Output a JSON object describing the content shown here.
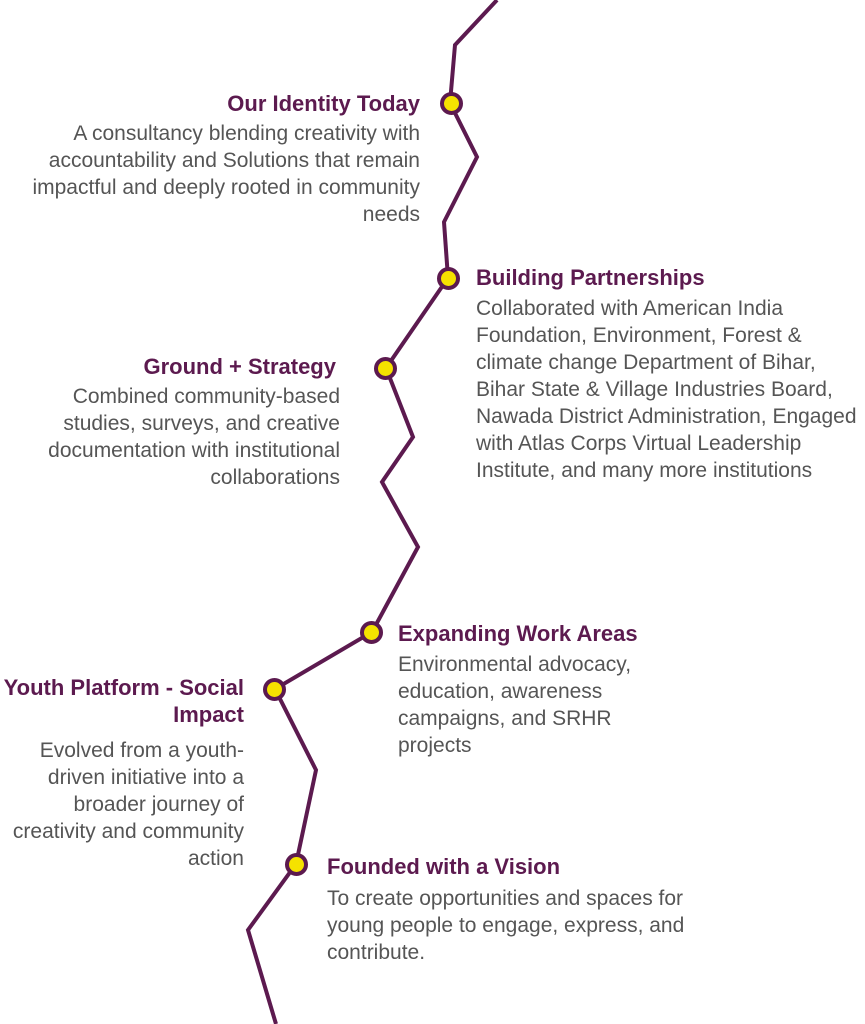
{
  "colors": {
    "line": "#5c1a4f",
    "dot_fill": "#f5e200",
    "heading": "#5c1a4f",
    "body": "#555555"
  },
  "milestones": [
    {
      "title": "Our Identity Today",
      "description": "A consultancy blending creativity with accountability and Solutions that remain impactful and deeply rooted in community needs"
    },
    {
      "title": "Building Partnerships",
      "description": "Collaborated with American India Foundation, Environment, Forest & climate change Department of Bihar, Bihar State & Village Industries Board, Nawada District Administration, Engaged with Atlas Corps Virtual Leadership Institute, and many more institutions"
    },
    {
      "title": "Ground + Strategy",
      "description": "Combined community-based studies, surveys, and creative documentation with institutional collaborations"
    },
    {
      "title": "Expanding Work Areas",
      "description": "Environmental advocacy, education, awareness campaigns, and SRHR projects"
    },
    {
      "title": "Youth Platform - Social Impact",
      "description": "Evolved from a youth-driven initiative into a broader journey of creativity and community action"
    },
    {
      "title": "Founded with a Vision",
      "description": "To create opportunities and spaces for young people to engage, express, and contribute."
    }
  ]
}
